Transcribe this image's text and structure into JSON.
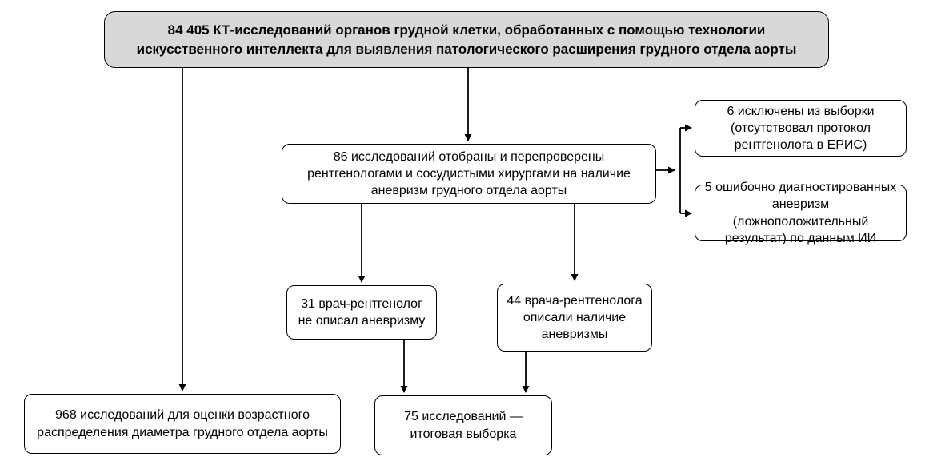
{
  "colors": {
    "background": "#ffffff",
    "line_color": "#000000",
    "box_fill": "#ffffff",
    "top_box_fill": "#d8d8d8",
    "text_color": "#000000"
  },
  "flowchart": {
    "total_studies": {
      "lines": [
        "84 405 КТ-исследований органов грудной клетки, обработанных с помощью технологии",
        "искусственного интеллекта для выявления патологического расширения грудного отдела аорты"
      ]
    },
    "reviewed_studies": {
      "lines": [
        "86 исследований отобраны и перепроверены",
        "рентгенологами и сосудистыми хирургами на наличие",
        "аневризм грудного отдела аорты"
      ]
    },
    "excluded_no_protocol": {
      "lines": [
        "6 исключены из выборки",
        "(отсутствовал протокол",
        "рентгенолога в ЕРИС)"
      ]
    },
    "false_positives": {
      "lines": [
        "5 ошибочно диагностированных",
        "аневризм (ложноположительный",
        "результат) по данным ИИ"
      ]
    },
    "radiologist_not_described": {
      "lines": [
        "31 врач-рентгенолог",
        "не описал аневризму"
      ]
    },
    "radiologists_described": {
      "lines": [
        "44 врача-рентгенолога",
        "описали наличие",
        "аневризмы"
      ]
    },
    "age_distribution": {
      "lines": [
        "968 исследований для оценки возрастного",
        "распределения диаметра грудного отдела аорты"
      ]
    },
    "final_sample": {
      "lines": [
        "75 исследований —",
        "итоговая выборка"
      ]
    }
  }
}
